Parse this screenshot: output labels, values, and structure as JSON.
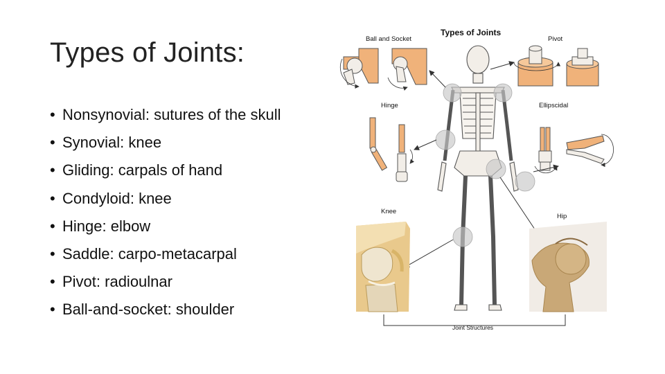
{
  "slide": {
    "title": "Types of Joints:",
    "bullets": [
      "Nonsynovial: sutures of the skull",
      "Synovial: knee",
      "Gliding: carpals of hand",
      "Condyloid: knee",
      "Hinge: elbow",
      "Saddle: carpo-metacarpal",
      "Pivot: radioulnar",
      "Ball-and-socket: shoulder"
    ]
  },
  "figure": {
    "title": "Types of Joints",
    "labels": {
      "ball_and_socket": "Ball and Socket",
      "pivot": "Pivot",
      "hinge": "Hinge",
      "ellipsoidal": "Ellipscidal",
      "knee": "Knee",
      "hip": "Hip",
      "joint_structures": "Joint Structures"
    }
  },
  "colors": {
    "bone": "#f2eee8",
    "bone_outline": "#555555",
    "joint_highlight": "#c8c8c8",
    "block_orange": "#f0b27a",
    "knee_tissue": "#e9c98c",
    "hip_tissue": "#c9a877"
  }
}
